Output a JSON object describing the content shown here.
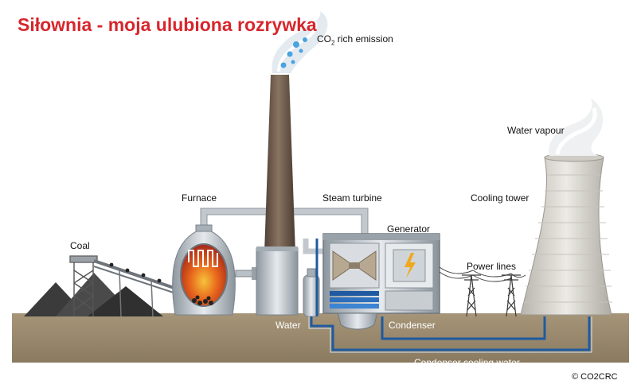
{
  "title": "Siłownia - moja ulubiona rozrywka",
  "labels": {
    "co2_prefix": "CO",
    "co2_sub": "2",
    "co2_suffix": " rich emission",
    "coal": "Coal",
    "furnace": "Furnace",
    "steam_turbine": "Steam turbine",
    "generator": "Generator",
    "power_lines": "Power lines",
    "cooling_tower": "Cooling tower",
    "water_vapour": "Water vapour",
    "water": "Water",
    "condenser": "Condenser",
    "condenser_cooling_water": "Condenser cooling water"
  },
  "copyright": "© CO2CRC",
  "colors": {
    "title": "#d7262c",
    "ground": "#9b8b70",
    "chimney": "#6e5a4c",
    "metal": "#bcc3ca",
    "water_pipe": "#1f5aa0",
    "fire": "#e0571a",
    "cooling_tower": "#dcdad4"
  }
}
